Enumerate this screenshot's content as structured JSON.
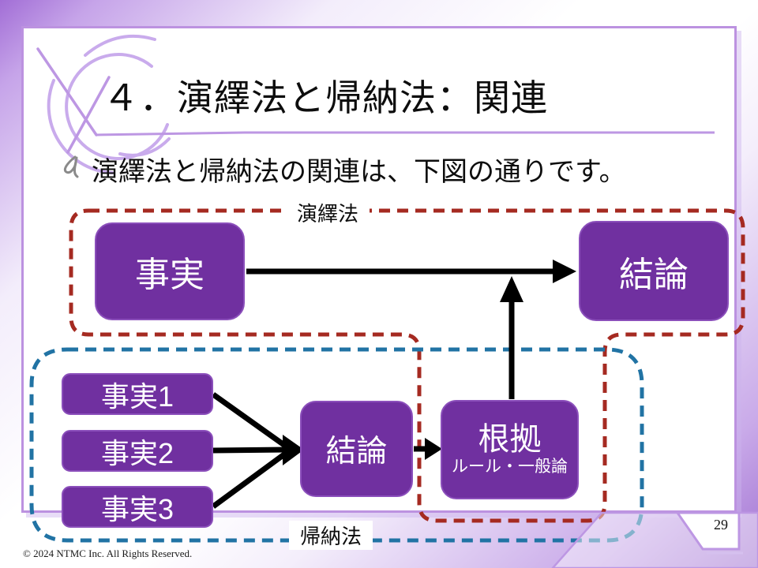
{
  "slide": {
    "title": "４．演繹法と帰納法：関連",
    "bullet_text": "演繹法と帰納法の関連は、下図の通りです。",
    "page_number": "29",
    "footer": "© 2024 NTMC Inc. All Rights Reserved."
  },
  "diagram": {
    "deduction_label": "演繹法",
    "induction_label": "帰納法",
    "top_fact": "事実",
    "top_conclusion": "結論",
    "facts": [
      "事実1",
      "事実2",
      "事実3"
    ],
    "bottom_conclusion": "結論",
    "basis_title": "根拠",
    "basis_subtitle": "ルール・一般論"
  },
  "colors": {
    "box_purple": "#7030A0",
    "deduction_dash_red": "#A52A21",
    "induction_dash_blue": "#2173A4",
    "frame_purple": "#BC92E0",
    "arrow_black": "#000000"
  }
}
